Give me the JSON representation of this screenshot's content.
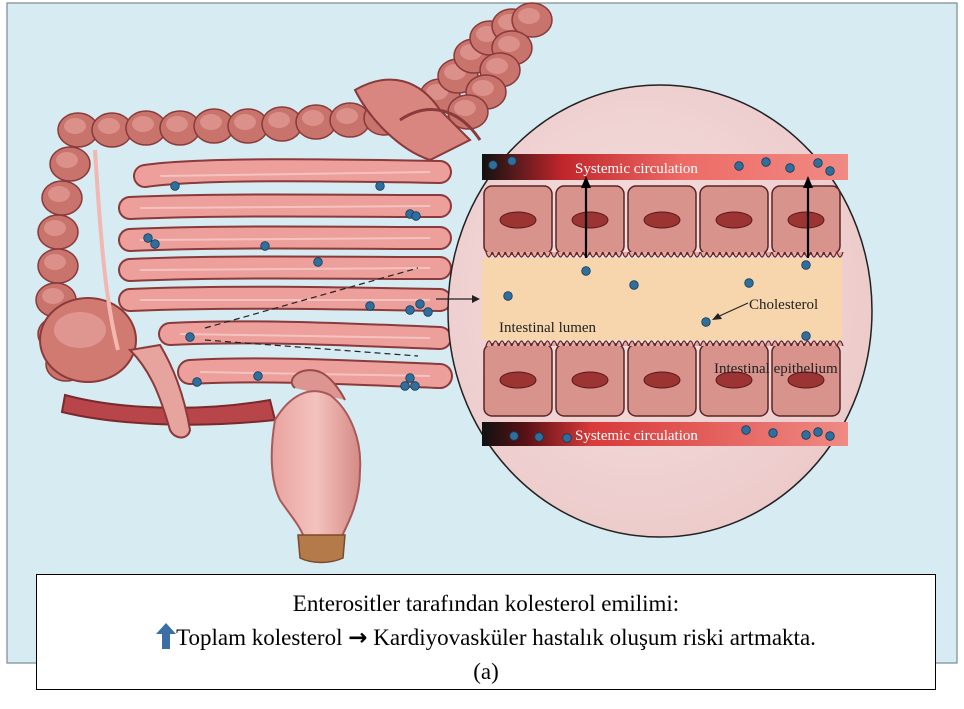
{
  "figure": {
    "labels": {
      "systemic_top": "Systemic circulation",
      "systemic_bottom": "Systemic circulation",
      "cholesterol": "Cholesterol",
      "lumen": "Intestinal lumen",
      "epithelium": "Intestinal epithelium"
    },
    "colors": {
      "background": "#d6ebf2",
      "intestine": "#e9a39f",
      "intestine_outline": "#8a3a3a",
      "colon": "#cf7f76",
      "lumen": "#f6d3a8",
      "cell": "#d6928c",
      "nucleus": "#9b3433",
      "dot": "#2f6f9e",
      "circulation_red": "#e0605a"
    }
  },
  "caption": {
    "line1": "Enterositler tarafından kolesterol emilimi:",
    "line2_text": "Toplam kolesterol",
    "line2_arrow": "→",
    "line2_rest": " Kardiyovasküler hastalık oluşum riski artmakta.",
    "line3": "(a)",
    "increase_icon": "up-arrow-icon"
  }
}
